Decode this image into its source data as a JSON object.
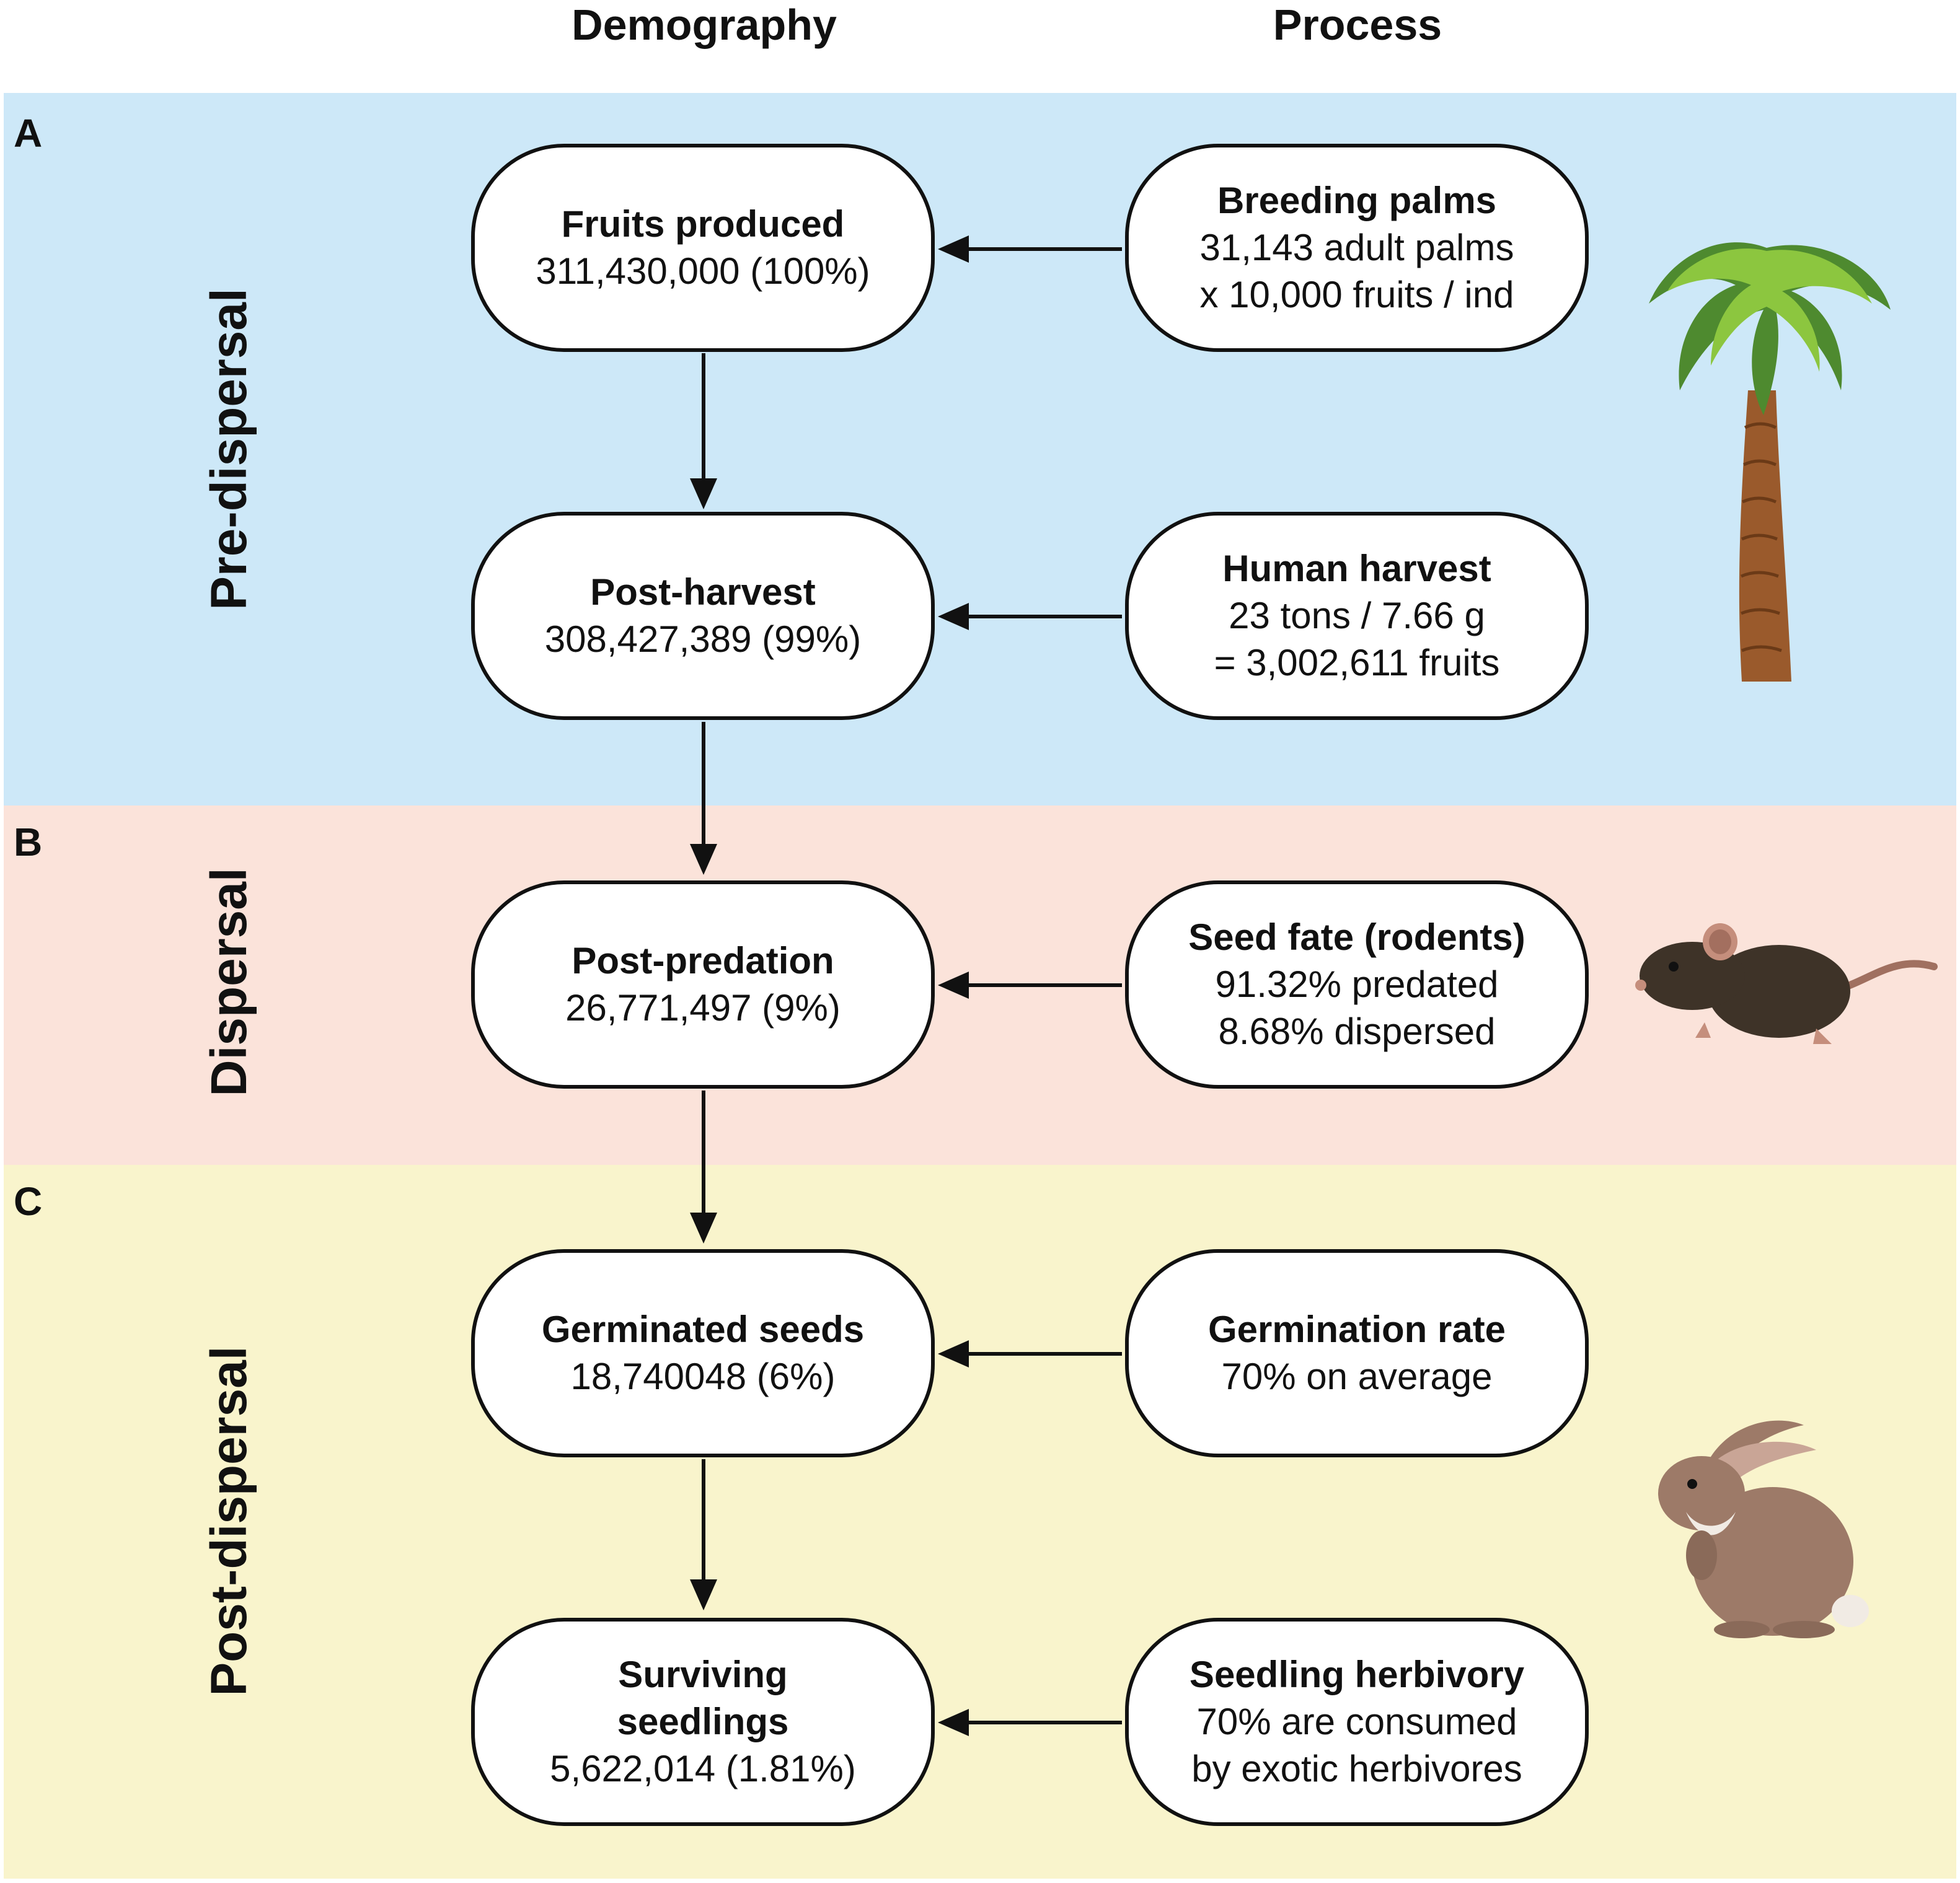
{
  "columns": {
    "left": "Demography",
    "right": "Process"
  },
  "bands": [
    {
      "letter": "A",
      "label": "Pre-dispersal",
      "color": "#cde8f8"
    },
    {
      "letter": "B",
      "label": "Dispersal",
      "color": "#fbe3da"
    },
    {
      "letter": "C",
      "label": "Post-dispersal",
      "color": "#f9f4cc"
    }
  ],
  "demography": [
    {
      "title": "Fruits produced",
      "lines": [
        "311,430,000 (100%)"
      ]
    },
    {
      "title": "Post-harvest",
      "lines": [
        "308,427,389 (99%)"
      ]
    },
    {
      "title": "Post-predation",
      "lines": [
        "26,771,497 (9%)"
      ]
    },
    {
      "title": "Germinated seeds",
      "lines": [
        "18,740048 (6%)"
      ]
    },
    {
      "title_lines": [
        "Surviving",
        "seedlings"
      ],
      "lines": [
        "5,622,014 (1.81%)"
      ]
    }
  ],
  "process": [
    {
      "title": "Breeding palms",
      "lines": [
        "31,143 adult palms",
        "x 10,000 fruits / ind"
      ]
    },
    {
      "title": "Human harvest",
      "lines": [
        "23 tons / 7.66 g",
        "= 3,002,611 fruits"
      ]
    },
    {
      "title": "Seed fate (rodents)",
      "lines": [
        "91.32% predated",
        "8.68% dispersed"
      ]
    },
    {
      "title": "Germination rate",
      "lines": [
        "70% on average"
      ]
    },
    {
      "title": "Seedling herbivory",
      "lines": [
        "70% are consumed",
        "by exotic herbivores"
      ]
    }
  ],
  "icons": [
    "palm-tree-icon",
    "rodent-icon",
    "rabbit-icon"
  ]
}
